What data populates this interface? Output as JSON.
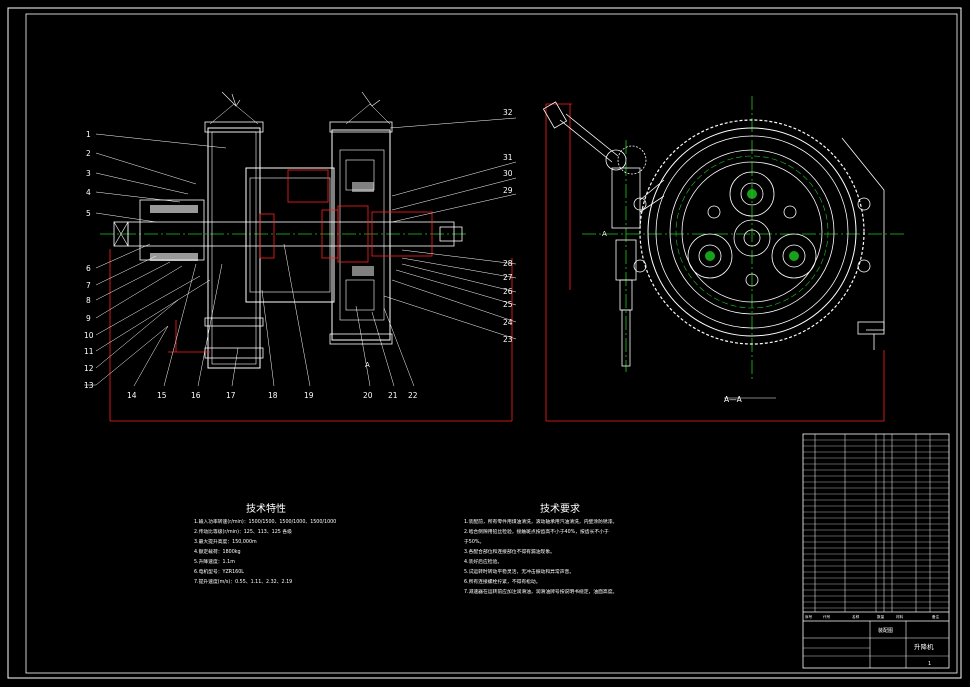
{
  "left_view": {
    "part_numbers_left": [
      "1",
      "2",
      "3",
      "4",
      "5",
      "6",
      "7",
      "8",
      "9",
      "10",
      "11",
      "12",
      "13"
    ],
    "part_numbers_bottom": [
      "14",
      "15",
      "16",
      "17",
      "18",
      "19",
      "20",
      "21",
      "22"
    ],
    "part_numbers_right": [
      "32",
      "31",
      "30",
      "29",
      "28",
      "27",
      "26",
      "25",
      "24",
      "23"
    ],
    "section_mark": "A"
  },
  "right_view": {
    "section_label": "A—A",
    "arrow_label": "A"
  },
  "tech_features": {
    "title": "技术特性",
    "lines": [
      "1.输入功率转速(r/min)：1500/1500、1500/1000、1500/1000",
      "2.传动比等级(r/min)：125、113、125 各级",
      "3.最大提升高度：150,000m",
      "4.额定载荷：1800kg",
      "5.升降速度：1.1m",
      "6.电机型号：YZR160L",
      "7.提升速度(m/s)：0.55、1.11、2.32、2.19"
    ]
  },
  "tech_requirements": {
    "title": "技术要求",
    "lines": [
      "1.装配前，所有零件用煤油清洗，滚动轴承用汽油清洗，内壁涂防锈漆。",
      "2.啮合侧隙用铅丝检验，接触斑点按齿高不小于40%，按齿长不小于",
      "于50%。",
      "3.各配合部位和连接部位不得有漏油现象。",
      "4.装好后应检验。",
      "5.试运转时转动平稳灵活，无冲击振动和异常声音。",
      "6.所有连接螺栓拧紧，不得有松动。",
      "7.减速器在运转前应加注润滑油，润滑油牌号按说明书规定，油面高度。"
    ]
  },
  "bom_table": {
    "title_block": {
      "drawing_title": "升降机",
      "company": "装配图",
      "sheet": "1"
    },
    "header": [
      "序号",
      "代号",
      "名称",
      "数量",
      "材料",
      "备注"
    ]
  },
  "colors": {
    "background": "#000000",
    "outline": "#ffffff",
    "dimension": "#ff2020",
    "centerline": "#1ec81e"
  }
}
